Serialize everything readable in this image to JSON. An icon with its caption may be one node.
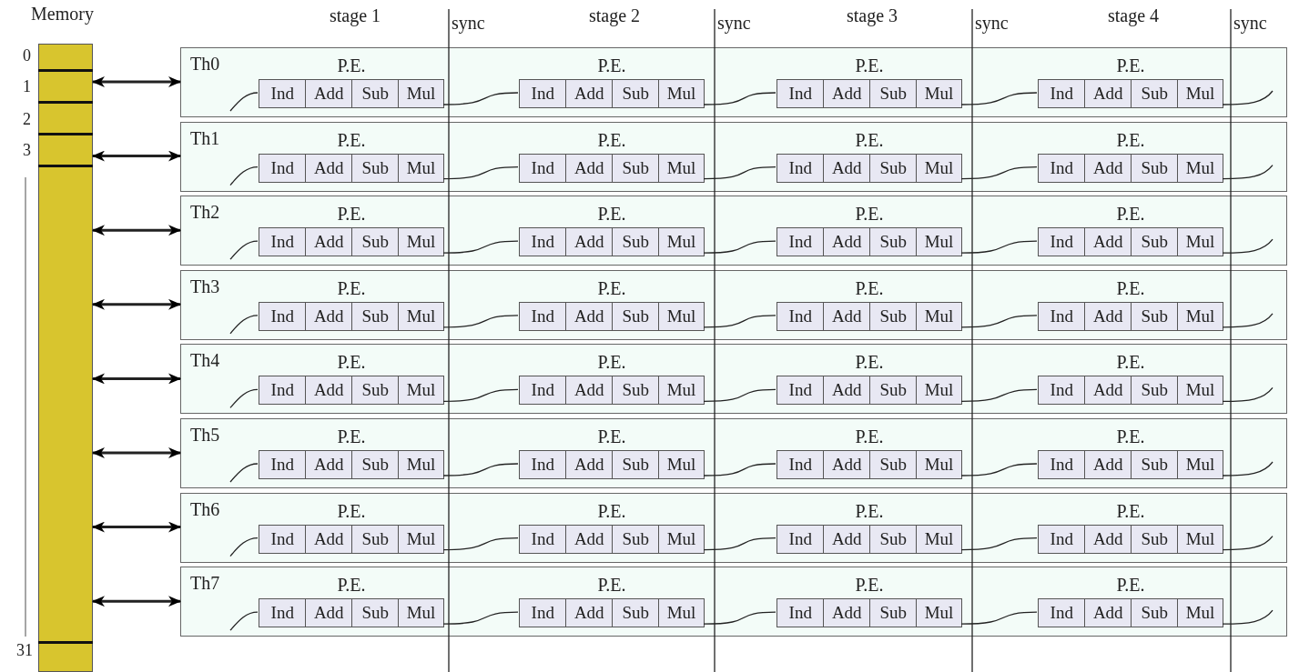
{
  "diagram": {
    "nodes": [
      {
        "text": [
          "Memory"
        ],
        "beside": [
          "0",
          "1",
          "2",
          "3",
          "31"
        ]
      },
      {
        "text": [
          "Th0"
        ]
      },
      {
        "text": [
          "P.E."
        ],
        "in": 1
      },
      {
        "text": [
          "Ind"
        ],
        "in": 2
      },
      {
        "text": [
          "Add"
        ],
        "in": 2
      },
      {
        "text": [
          "Sub"
        ],
        "in": 2
      },
      {
        "text": [
          "Mul"
        ],
        "in": 2
      },
      {
        "text": [
          "P.E."
        ],
        "in": 1
      },
      {
        "text": [
          "Ind"
        ],
        "in": 7
      },
      {
        "text": [
          "Add"
        ],
        "in": 7
      },
      {
        "text": [
          "Sub"
        ],
        "in": 7
      },
      {
        "text": [
          "Mul"
        ],
        "in": 7
      },
      {
        "text": [
          "P.E."
        ],
        "in": 1
      },
      {
        "text": [
          "Ind"
        ],
        "in": 12
      },
      {
        "text": [
          "Add"
        ],
        "in": 12
      },
      {
        "text": [
          "Sub"
        ],
        "in": 12
      },
      {
        "text": [
          "Mul"
        ],
        "in": 12
      },
      {
        "text": [
          "P.E."
        ],
        "in": 1
      },
      {
        "text": [
          "Ind"
        ],
        "in": 17
      },
      {
        "text": [
          "Add"
        ],
        "in": 17
      },
      {
        "text": [
          "Sub"
        ],
        "in": 17
      },
      {
        "text": [
          "Mul"
        ],
        "in": 17
      },
      {
        "text": [
          "Th1"
        ]
      },
      {
        "text": [
          "P.E."
        ],
        "in": 22
      },
      {
        "text": [
          "Ind"
        ],
        "in": 23
      },
      {
        "text": [
          "Add"
        ],
        "in": 23
      },
      {
        "text": [
          "Sub"
        ],
        "in": 23
      },
      {
        "text": [
          "Mul"
        ],
        "in": 23
      },
      {
        "text": [
          "P.E."
        ],
        "in": 22
      },
      {
        "text": [
          "Ind"
        ],
        "in": 28
      },
      {
        "text": [
          "Add"
        ],
        "in": 28
      },
      {
        "text": [
          "Sub"
        ],
        "in": 28
      },
      {
        "text": [
          "Mul"
        ],
        "in": 28
      },
      {
        "text": [
          "P.E."
        ],
        "in": 22
      },
      {
        "text": [
          "Ind"
        ],
        "in": 33
      },
      {
        "text": [
          "Add"
        ],
        "in": 33
      },
      {
        "text": [
          "Sub"
        ],
        "in": 33
      },
      {
        "text": [
          "Mul"
        ],
        "in": 33
      },
      {
        "text": [
          "P.E."
        ],
        "in": 22
      },
      {
        "text": [
          "Ind"
        ],
        "in": 38
      },
      {
        "text": [
          "Add"
        ],
        "in": 38
      },
      {
        "text": [
          "Sub"
        ],
        "in": 38
      },
      {
        "text": [
          "Mul"
        ],
        "in": 38
      },
      {
        "text": [
          "Th2"
        ]
      },
      {
        "text": [
          "P.E."
        ],
        "in": 43
      },
      {
        "text": [
          "Ind"
        ],
        "in": 44
      },
      {
        "text": [
          "Add"
        ],
        "in": 44
      },
      {
        "text": [
          "Sub"
        ],
        "in": 44
      },
      {
        "text": [
          "Mul"
        ],
        "in": 44
      },
      {
        "text": [
          "P.E."
        ],
        "in": 43
      },
      {
        "text": [
          "Ind"
        ],
        "in": 49
      },
      {
        "text": [
          "Add"
        ],
        "in": 49
      },
      {
        "text": [
          "Sub"
        ],
        "in": 49
      },
      {
        "text": [
          "Mul"
        ],
        "in": 49
      },
      {
        "text": [
          "P.E."
        ],
        "in": 43
      },
      {
        "text": [
          "Ind"
        ],
        "in": 54
      },
      {
        "text": [
          "Add"
        ],
        "in": 54
      },
      {
        "text": [
          "Sub"
        ],
        "in": 54
      },
      {
        "text": [
          "Mul"
        ],
        "in": 54
      },
      {
        "text": [
          "P.E."
        ],
        "in": 43
      },
      {
        "text": [
          "Ind"
        ],
        "in": 59
      },
      {
        "text": [
          "Add"
        ],
        "in": 59
      },
      {
        "text": [
          "Sub"
        ],
        "in": 59
      },
      {
        "text": [
          "Mul"
        ],
        "in": 59
      },
      {
        "text": [
          "Th3"
        ]
      },
      {
        "text": [
          "P.E."
        ],
        "in": 64
      },
      {
        "text": [
          "Ind"
        ],
        "in": 65
      },
      {
        "text": [
          "Add"
        ],
        "in": 65
      },
      {
        "text": [
          "Sub"
        ],
        "in": 65
      },
      {
        "text": [
          "Mul"
        ],
        "in": 65
      },
      {
        "text": [
          "P.E."
        ],
        "in": 64
      },
      {
        "text": [
          "Ind"
        ],
        "in": 70
      },
      {
        "text": [
          "Add"
        ],
        "in": 70
      },
      {
        "text": [
          "Sub"
        ],
        "in": 70
      },
      {
        "text": [
          "Mul"
        ],
        "in": 70
      },
      {
        "text": [
          "P.E."
        ],
        "in": 64
      },
      {
        "text": [
          "Ind"
        ],
        "in": 75
      },
      {
        "text": [
          "Add"
        ],
        "in": 75
      },
      {
        "text": [
          "Sub"
        ],
        "in": 75
      },
      {
        "text": [
          "Mul"
        ],
        "in": 75
      },
      {
        "text": [
          "P.E."
        ],
        "in": 64
      },
      {
        "text": [
          "Ind"
        ],
        "in": 80
      },
      {
        "text": [
          "Add"
        ],
        "in": 80
      },
      {
        "text": [
          "Sub"
        ],
        "in": 80
      },
      {
        "text": [
          "Mul"
        ],
        "in": 80
      },
      {
        "text": [
          "Th4"
        ]
      },
      {
        "text": [
          "P.E."
        ],
        "in": 85
      },
      {
        "text": [
          "Ind"
        ],
        "in": 86
      },
      {
        "text": [
          "Add"
        ],
        "in": 86
      },
      {
        "text": [
          "Sub"
        ],
        "in": 86
      },
      {
        "text": [
          "Mul"
        ],
        "in": 86
      },
      {
        "text": [
          "P.E."
        ],
        "in": 85
      },
      {
        "text": [
          "Ind"
        ],
        "in": 91
      },
      {
        "text": [
          "Add"
        ],
        "in": 91
      },
      {
        "text": [
          "Sub"
        ],
        "in": 91
      },
      {
        "text": [
          "Mul"
        ],
        "in": 91
      },
      {
        "text": [
          "P.E."
        ],
        "in": 85
      },
      {
        "text": [
          "Ind"
        ],
        "in": 96
      },
      {
        "text": [
          "Add"
        ],
        "in": 96
      },
      {
        "text": [
          "Sub"
        ],
        "in": 96
      },
      {
        "text": [
          "Mul"
        ],
        "in": 96
      },
      {
        "text": [
          "P.E."
        ],
        "in": 85
      },
      {
        "text": [
          "Ind"
        ],
        "in": 101
      },
      {
        "text": [
          "Add"
        ],
        "in": 101
      },
      {
        "text": [
          "Sub"
        ],
        "in": 101
      },
      {
        "text": [
          "Mul"
        ],
        "in": 101
      },
      {
        "text": [
          "Th5"
        ]
      },
      {
        "text": [
          "P.E."
        ],
        "in": 106
      },
      {
        "text": [
          "Ind"
        ],
        "in": 107
      },
      {
        "text": [
          "Add"
        ],
        "in": 107
      },
      {
        "text": [
          "Sub"
        ],
        "in": 107
      },
      {
        "text": [
          "Mul"
        ],
        "in": 107
      },
      {
        "text": [
          "P.E."
        ],
        "in": 106
      },
      {
        "text": [
          "Ind"
        ],
        "in": 112
      },
      {
        "text": [
          "Add"
        ],
        "in": 112
      },
      {
        "text": [
          "Sub"
        ],
        "in": 112
      },
      {
        "text": [
          "Mul"
        ],
        "in": 112
      },
      {
        "text": [
          "P.E."
        ],
        "in": 106
      },
      {
        "text": [
          "Ind"
        ],
        "in": 117
      },
      {
        "text": [
          "Add"
        ],
        "in": 117
      },
      {
        "text": [
          "Sub"
        ],
        "in": 117
      },
      {
        "text": [
          "Mul"
        ],
        "in": 117
      },
      {
        "text": [
          "P.E."
        ],
        "in": 106
      },
      {
        "text": [
          "Ind"
        ],
        "in": 122
      },
      {
        "text": [
          "Add"
        ],
        "in": 122
      },
      {
        "text": [
          "Sub"
        ],
        "in": 122
      },
      {
        "text": [
          "Mul"
        ],
        "in": 122
      },
      {
        "text": [
          "Th6"
        ]
      },
      {
        "text": [
          "P.E."
        ],
        "in": 127
      },
      {
        "text": [
          "Ind"
        ],
        "in": 128
      },
      {
        "text": [
          "Add"
        ],
        "in": 128
      },
      {
        "text": [
          "Sub"
        ],
        "in": 128
      },
      {
        "text": [
          "Mul"
        ],
        "in": 128
      },
      {
        "text": [
          "P.E."
        ],
        "in": 127
      },
      {
        "text": [
          "Ind"
        ],
        "in": 133
      },
      {
        "text": [
          "Add"
        ],
        "in": 133
      },
      {
        "text": [
          "Sub"
        ],
        "in": 133
      },
      {
        "text": [
          "Mul"
        ],
        "in": 133
      },
      {
        "text": [
          "P.E."
        ],
        "in": 127
      },
      {
        "text": [
          "Ind"
        ],
        "in": 138
      },
      {
        "text": [
          "Add"
        ],
        "in": 138
      },
      {
        "text": [
          "Sub"
        ],
        "in": 138
      },
      {
        "text": [
          "Mul"
        ],
        "in": 138
      },
      {
        "text": [
          "P.E."
        ],
        "in": 127
      },
      {
        "text": [
          "Ind"
        ],
        "in": 143
      },
      {
        "text": [
          "Add"
        ],
        "in": 143
      },
      {
        "text": [
          "Sub"
        ],
        "in": 143
      },
      {
        "text": [
          "Mul"
        ],
        "in": 143
      },
      {
        "text": [
          "Th7"
        ]
      },
      {
        "text": [
          "P.E."
        ],
        "in": 148
      },
      {
        "text": [
          "Ind"
        ],
        "in": 149
      },
      {
        "text": [
          "Add"
        ],
        "in": 149
      },
      {
        "text": [
          "Sub"
        ],
        "in": 149
      },
      {
        "text": [
          "Mul"
        ],
        "in": 149
      },
      {
        "text": [
          "P.E."
        ],
        "in": 148
      },
      {
        "text": [
          "Ind"
        ],
        "in": 154
      },
      {
        "text": [
          "Add"
        ],
        "in": 154
      },
      {
        "text": [
          "Sub"
        ],
        "in": 154
      },
      {
        "text": [
          "Mul"
        ],
        "in": 154
      },
      {
        "text": [
          "P.E."
        ],
        "in": 148
      },
      {
        "text": [
          "Ind"
        ],
        "in": 159
      },
      {
        "text": [
          "Add"
        ],
        "in": 159
      },
      {
        "text": [
          "Sub"
        ],
        "in": 159
      },
      {
        "text": [
          "Mul"
        ],
        "in": 159
      },
      {
        "text": [
          "P.E."
        ],
        "in": 148
      },
      {
        "text": [
          "Ind"
        ],
        "in": 164
      },
      {
        "text": [
          "Add"
        ],
        "in": 164
      },
      {
        "text": [
          "Sub"
        ],
        "in": 164
      },
      {
        "text": [
          "Mul"
        ],
        "in": 164
      }
    ],
    "edges": [
      {
        "from": 0,
        "to": 1,
        "arrow": "both"
      },
      {
        "from": 0,
        "to": 22,
        "arrow": "both"
      },
      {
        "from": 0,
        "to": 43,
        "arrow": "both"
      },
      {
        "from": 0,
        "to": 64,
        "arrow": "both"
      },
      {
        "from": 0,
        "to": 85,
        "arrow": "both"
      },
      {
        "from": 0,
        "to": 106,
        "arrow": "both"
      },
      {
        "from": 0,
        "to": 127,
        "arrow": "both"
      },
      {
        "from": 0,
        "to": 148,
        "arrow": "both"
      },
      {
        "from": null,
        "to": 2,
        "arrow": "none"
      },
      {
        "from": 2,
        "to": 7,
        "arrow": "none"
      },
      {
        "from": 7,
        "to": 12,
        "arrow": "none"
      },
      {
        "from": 12,
        "to": 17,
        "arrow": "none"
      },
      {
        "from": 17,
        "to": null,
        "arrow": "none"
      },
      {
        "from": null,
        "to": 23,
        "arrow": "none"
      },
      {
        "from": 23,
        "to": 28,
        "arrow": "none"
      },
      {
        "from": 28,
        "to": 33,
        "arrow": "none"
      },
      {
        "from": 33,
        "to": 38,
        "arrow": "none"
      },
      {
        "from": 38,
        "to": null,
        "arrow": "none"
      },
      {
        "from": null,
        "to": 44,
        "arrow": "none"
      },
      {
        "from": 44,
        "to": 49,
        "arrow": "none"
      },
      {
        "from": 49,
        "to": 54,
        "arrow": "none"
      },
      {
        "from": 54,
        "to": 59,
        "arrow": "none"
      },
      {
        "from": 59,
        "to": null,
        "arrow": "none"
      },
      {
        "from": null,
        "to": 65,
        "arrow": "none"
      },
      {
        "from": 65,
        "to": 70,
        "arrow": "none"
      },
      {
        "from": 70,
        "to": 75,
        "arrow": "none"
      },
      {
        "from": 75,
        "to": 80,
        "arrow": "none"
      },
      {
        "from": 80,
        "to": null,
        "arrow": "none"
      },
      {
        "from": null,
        "to": 86,
        "arrow": "none"
      },
      {
        "from": 86,
        "to": 91,
        "arrow": "none"
      },
      {
        "from": 91,
        "to": 96,
        "arrow": "none"
      },
      {
        "from": 96,
        "to": 101,
        "arrow": "none"
      },
      {
        "from": 101,
        "to": null,
        "arrow": "none"
      },
      {
        "from": null,
        "to": 107,
        "arrow": "none"
      },
      {
        "from": 107,
        "to": 112,
        "arrow": "none"
      },
      {
        "from": 112,
        "to": 117,
        "arrow": "none"
      },
      {
        "from": 117,
        "to": 122,
        "arrow": "none"
      },
      {
        "from": 122,
        "to": null,
        "arrow": "none"
      },
      {
        "from": null,
        "to": 128,
        "arrow": "none"
      },
      {
        "from": 128,
        "to": 133,
        "arrow": "none"
      },
      {
        "from": 133,
        "to": 138,
        "arrow": "none"
      },
      {
        "from": 138,
        "to": 143,
        "arrow": "none"
      },
      {
        "from": 143,
        "to": null,
        "arrow": "none"
      },
      {
        "from": null,
        "to": 149,
        "arrow": "none"
      },
      {
        "from": 149,
        "to": 154,
        "arrow": "none"
      },
      {
        "from": 154,
        "to": 159,
        "arrow": "none"
      },
      {
        "from": 159,
        "to": 164,
        "arrow": "none"
      },
      {
        "from": 164,
        "to": null,
        "arrow": "none"
      }
    ],
    "labels": [
      "stage 1",
      "sync",
      "stage 2",
      "sync",
      "stage 3",
      "sync",
      "stage 4",
      "sync"
    ]
  }
}
